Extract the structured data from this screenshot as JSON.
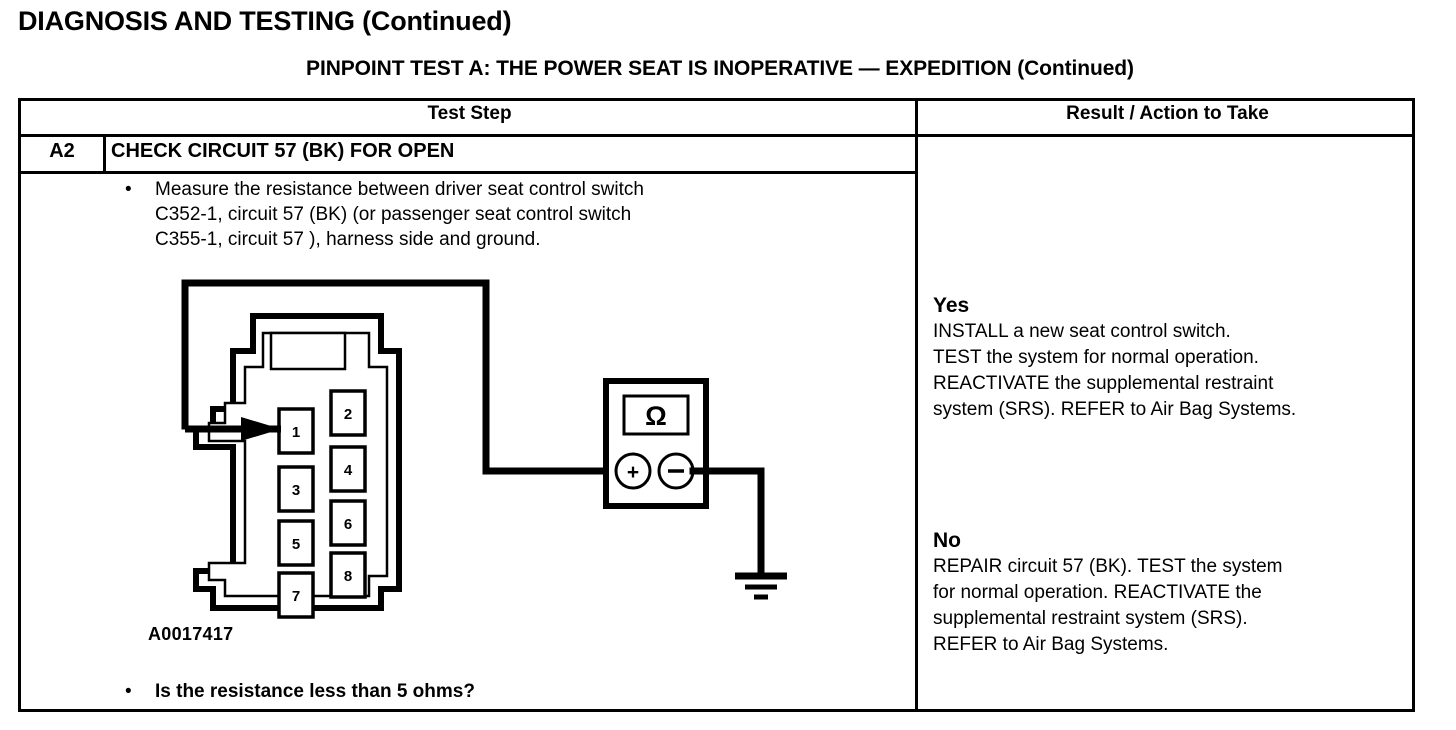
{
  "page": {
    "title": "DIAGNOSIS AND TESTING (Continued)",
    "subtitle": "PINPOINT TEST A: THE POWER SEAT IS INOPERATIVE — EXPEDITION (Continued)"
  },
  "table": {
    "headers": {
      "test_step": "Test Step",
      "result_action": "Result / Action to Take"
    },
    "step": {
      "id": "A2",
      "title": "CHECK CIRCUIT 57 (BK) FOR OPEN",
      "bullet_marker": "•",
      "instruction_lines": [
        "Measure the resistance between driver seat control switch",
        "C352-1, circuit 57 (BK) (or passenger seat control switch",
        "C355-1, circuit 57 ), harness side and ground."
      ],
      "question_marker": "•",
      "question": "Is the resistance less than 5 ohms?"
    },
    "results": [
      {
        "label": "Yes",
        "lines": [
          "INSTALL a new seat control switch.",
          "TEST the system for normal operation.",
          "REACTIVATE the supplemental restraint",
          "system (SRS). REFER to Air Bag Systems."
        ]
      },
      {
        "label": "No",
        "lines": [
          "REPAIR circuit 57 (BK). TEST the system",
          "for normal operation. REACTIVATE the",
          "supplemental restraint system (SRS).",
          "REFER to Air Bag Systems."
        ]
      }
    ]
  },
  "diagram": {
    "part_number": "A0017417",
    "meter": {
      "display_symbol": "Ω",
      "positive_terminal": "+",
      "negative_terminal": "−"
    },
    "connector": {
      "pins_left_column": [
        "1",
        "3",
        "5",
        "7"
      ],
      "pins_right_column": [
        "2",
        "4",
        "6",
        "8"
      ],
      "probed_pin": "1"
    },
    "ground_symbol": "earth-ground"
  },
  "colors": {
    "ink": "#000000",
    "paper": "#ffffff"
  }
}
